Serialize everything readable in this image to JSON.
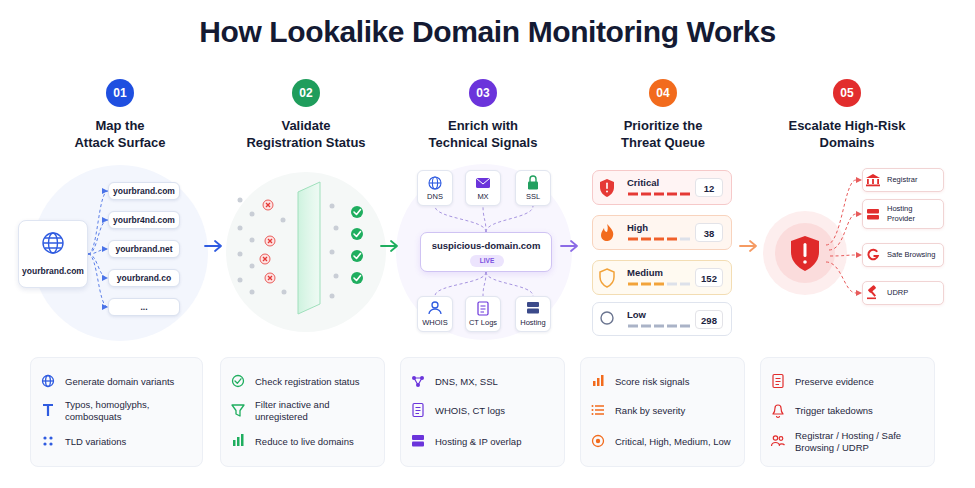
{
  "diagram": {
    "title": "How Lookalike Domain Monitoring Works",
    "nodes": [
      {
        "text": [
          "01",
          "Map the Attack Surface"
        ]
      },
      {
        "text": [
          "yourbrand.com"
        ]
      },
      {
        "text": [
          "yourbrand.com"
        ]
      },
      {
        "text": [
          "yourbr4nd.com"
        ]
      },
      {
        "text": [
          "yourbrand.net"
        ]
      },
      {
        "text": [
          "yourbrand.co"
        ]
      },
      {
        "text": [
          "..."
        ]
      },
      {
        "text": [
          "02",
          "Validate Registration Status"
        ]
      },
      {
        "text": [
          "03",
          "Enrich with Technical Signals"
        ]
      },
      {
        "text": [
          "DNS"
        ]
      },
      {
        "text": [
          "MX"
        ]
      },
      {
        "text": [
          "SSL"
        ]
      },
      {
        "text": [
          "suspicious-domain.com"
        ]
      },
      {
        "text": [
          "LIVE"
        ],
        "in": 12
      },
      {
        "text": [
          "WHOIS"
        ]
      },
      {
        "text": [
          "CT Logs"
        ]
      },
      {
        "text": [
          "Hosting"
        ]
      },
      {
        "text": [
          "04",
          "Prioritize the Threat Queue"
        ]
      },
      {
        "text": [
          "Critical",
          "12"
        ]
      },
      {
        "text": [
          "High",
          "38"
        ]
      },
      {
        "text": [
          "Medium",
          "152"
        ]
      },
      {
        "text": [
          "Low",
          "298"
        ]
      },
      {
        "text": [
          "05",
          "Escalate High-Risk Domains"
        ]
      },
      {
        "text": [
          "Registrar"
        ]
      },
      {
        "text": [
          "Hosting Provider"
        ]
      },
      {
        "text": [
          "Safe Browsing"
        ]
      },
      {
        "text": [
          "UDRP"
        ]
      },
      {
        "text": [
          "Generate domain variants",
          "Typos, homoglyphs, combosquats",
          "TLD variations"
        ]
      },
      {
        "text": [
          "Check registration status",
          "Filter inactive and unregistered",
          "Reduce to live domains"
        ]
      },
      {
        "text": [
          "DNS, MX, SSL",
          "WHOIS, CT logs",
          "Hosting & IP overlap"
        ]
      },
      {
        "text": [
          "Score risk signals",
          "Rank by severity",
          "Critical, High, Medium, Low"
        ]
      },
      {
        "text": [
          "Preserve evidence",
          "Trigger takedowns",
          "Registrar / Hosting / Safe Browsing / UDRP"
        ]
      }
    ],
    "edges": [
      {
        "from": 1,
        "to": 2,
        "arrow": "to"
      },
      {
        "from": 1,
        "to": 3,
        "arrow": "to"
      },
      {
        "from": 1,
        "to": 4,
        "arrow": "to"
      },
      {
        "from": 1,
        "to": 5,
        "arrow": "to"
      },
      {
        "from": 1,
        "to": 6,
        "arrow": "to"
      },
      {
        "from": 12,
        "to": 9,
        "arrow": "none"
      },
      {
        "from": 12,
        "to": 10,
        "arrow": "none"
      },
      {
        "from": 12,
        "to": 11,
        "arrow": "none"
      },
      {
        "from": 12,
        "to": 14,
        "arrow": "none"
      },
      {
        "from": 12,
        "to": 15,
        "arrow": "none"
      },
      {
        "from": 12,
        "to": 16,
        "arrow": "none"
      }
    ]
  }
}
